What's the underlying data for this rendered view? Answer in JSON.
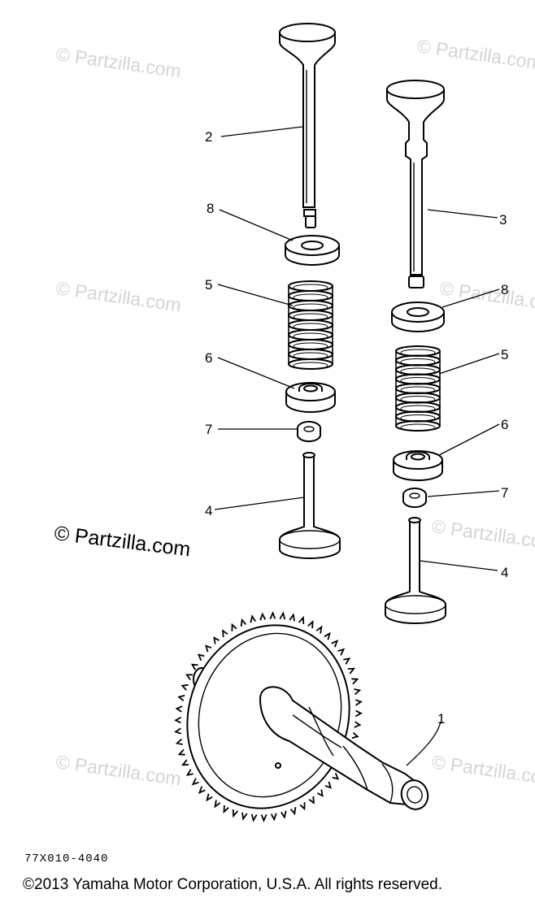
{
  "watermarks": {
    "small": "© Partzilla.com",
    "main": "© Partzilla.com"
  },
  "callouts": {
    "camshaft": "1",
    "intake_valve": "2",
    "exhaust_valve": "3",
    "lifter_left": "4",
    "lifter_right": "4",
    "spring_left": "5",
    "spring_right": "5",
    "retainer_left": "6",
    "retainer_right": "6",
    "cotter_left": "7",
    "cotter_right": "7",
    "seat_left": "8",
    "seat_right": "8"
  },
  "part_number": "77X010-4040",
  "copyright": "©2013 Yamaha Motor Corporation, U.S.A. All rights reserved."
}
